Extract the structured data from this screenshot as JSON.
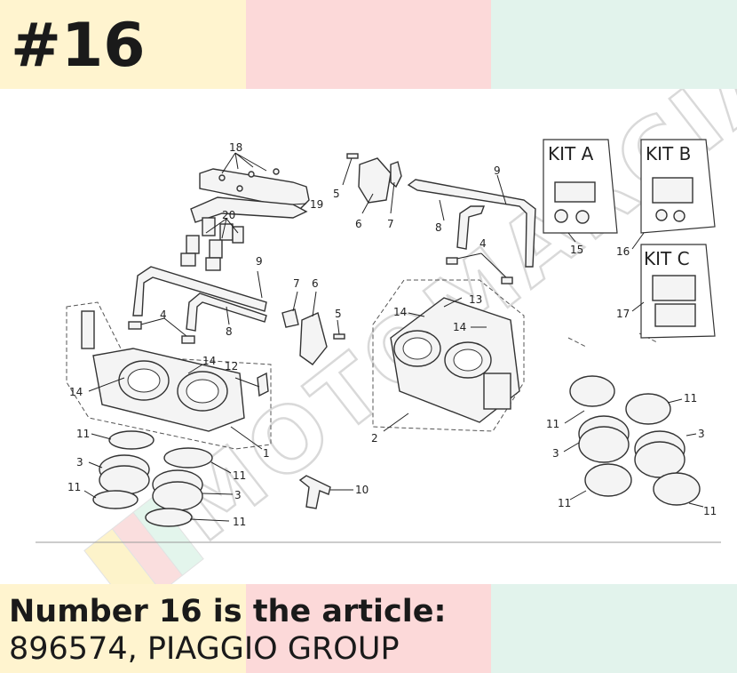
{
  "header": {
    "number": "#16"
  },
  "caption": {
    "line1": "Number 16 is the article:",
    "line2": "896574, PIAGGIO GROUP"
  },
  "diagram": {
    "kits": [
      "KIT A",
      "KIT B",
      "KIT C"
    ],
    "labels": {
      "l18": "18",
      "l19": "19",
      "l20": "20",
      "l5a": "5",
      "l6a": "6",
      "l7a": "7",
      "l9a": "9",
      "l8a": "8",
      "l4a": "4",
      "l15": "15",
      "l16": "16",
      "l17": "17",
      "l9b": "9",
      "l7b": "7",
      "l6b": "6",
      "l5b": "5",
      "l4b": "4",
      "l8b": "8",
      "l13": "13",
      "l14a": "14",
      "l14b": "14",
      "l14c": "14",
      "l14d": "14",
      "l12": "12",
      "l1": "1",
      "l2": "2",
      "l11a": "11",
      "l3a": "3",
      "l11b": "11",
      "l11c": "11",
      "l3b": "3",
      "l11d": "11",
      "l10": "10",
      "l11e": "11",
      "l11f": "11",
      "l3c": "3",
      "l3d": "3",
      "l11g": "11",
      "l11h": "11"
    }
  },
  "watermark": {
    "text": "MOTOMARCIA"
  }
}
